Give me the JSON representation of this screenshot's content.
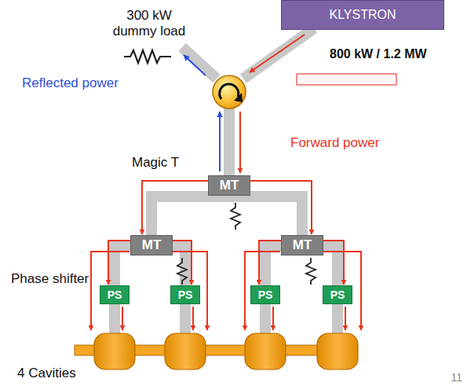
{
  "diagram": {
    "nodes": [
      {
        "text": [
          "KLYSTRON"
        ]
      },
      {
        "text": [
          "MT"
        ]
      },
      {
        "text": [
          "MT"
        ]
      },
      {
        "text": [
          "MT"
        ]
      },
      {
        "text": [
          "PS"
        ]
      },
      {
        "text": [
          "PS"
        ]
      },
      {
        "text": [
          "PS"
        ]
      },
      {
        "text": [
          "PS"
        ]
      }
    ],
    "edges": [
      {
        "from": 1,
        "to": 2,
        "arrow": "to"
      },
      {
        "from": 1,
        "to": 3,
        "arrow": "to"
      },
      {
        "from": 2,
        "to": 4,
        "arrow": "to"
      },
      {
        "from": 2,
        "to": 5,
        "arrow": "to"
      },
      {
        "from": 3,
        "to": 6,
        "arrow": "to"
      },
      {
        "from": 3,
        "to": 7,
        "arrow": "to"
      }
    ],
    "labels": [
      "300 kW dummy load",
      "800 kW / 1.2 MW",
      "Reflected power",
      "Forward power",
      "Magic T",
      "Phase shifter",
      "4 Cavities",
      "11"
    ]
  }
}
